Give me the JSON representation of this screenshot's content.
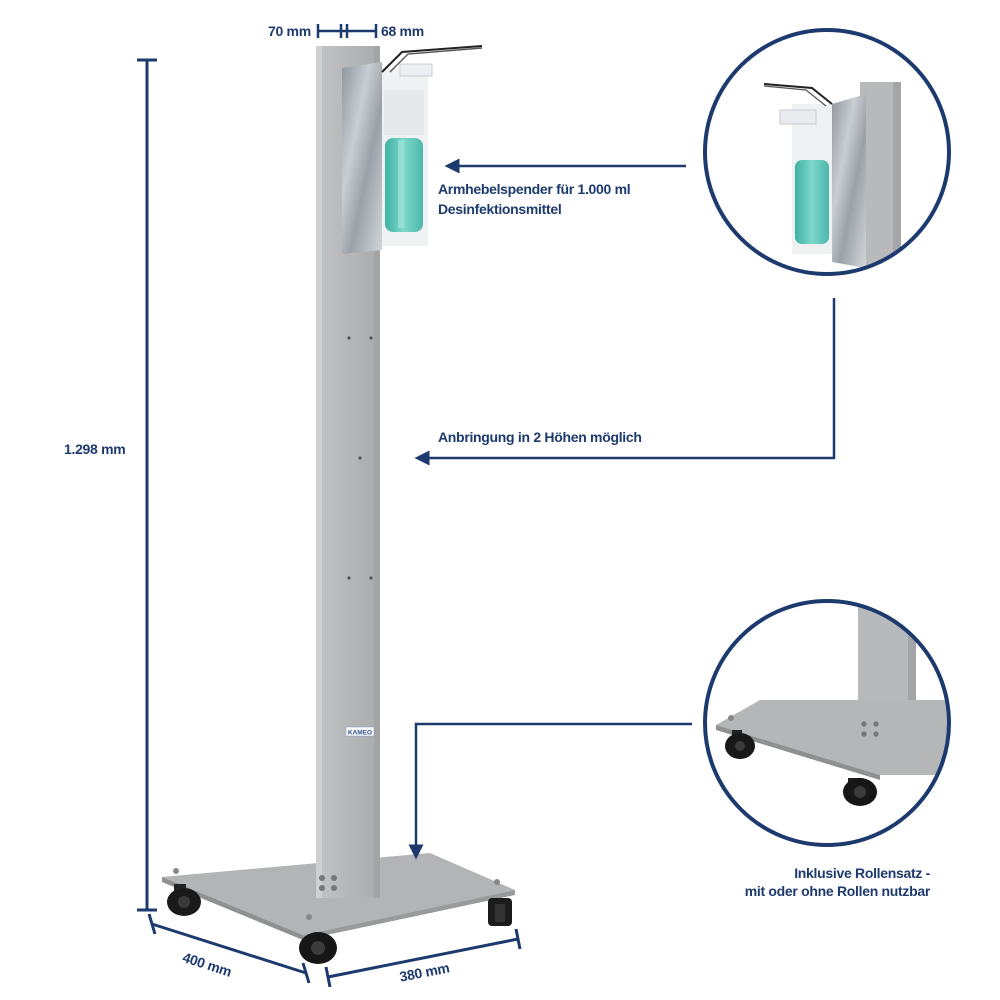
{
  "dimensions": {
    "width_top_left": "70 mm",
    "width_top_right": "68 mm",
    "height": "1.298 mm",
    "base_depth": "400 mm",
    "base_width": "380 mm"
  },
  "callouts": {
    "dispenser": {
      "line1": "Armhebelspender für 1.000 ml",
      "line2": "Desinfektionsmittel"
    },
    "mounting": "Anbringung in 2 Höhen möglich",
    "casters": {
      "line1": "Inklusive Rollensatz -",
      "line2": "mit oder ohne Rollen nutzbar"
    }
  },
  "brand_plate": "KAMEO",
  "colors": {
    "annotation_blue": "#1d3a6e",
    "steel_grey": "#b8b9ba",
    "liquid_teal": "#5ec7b9"
  }
}
